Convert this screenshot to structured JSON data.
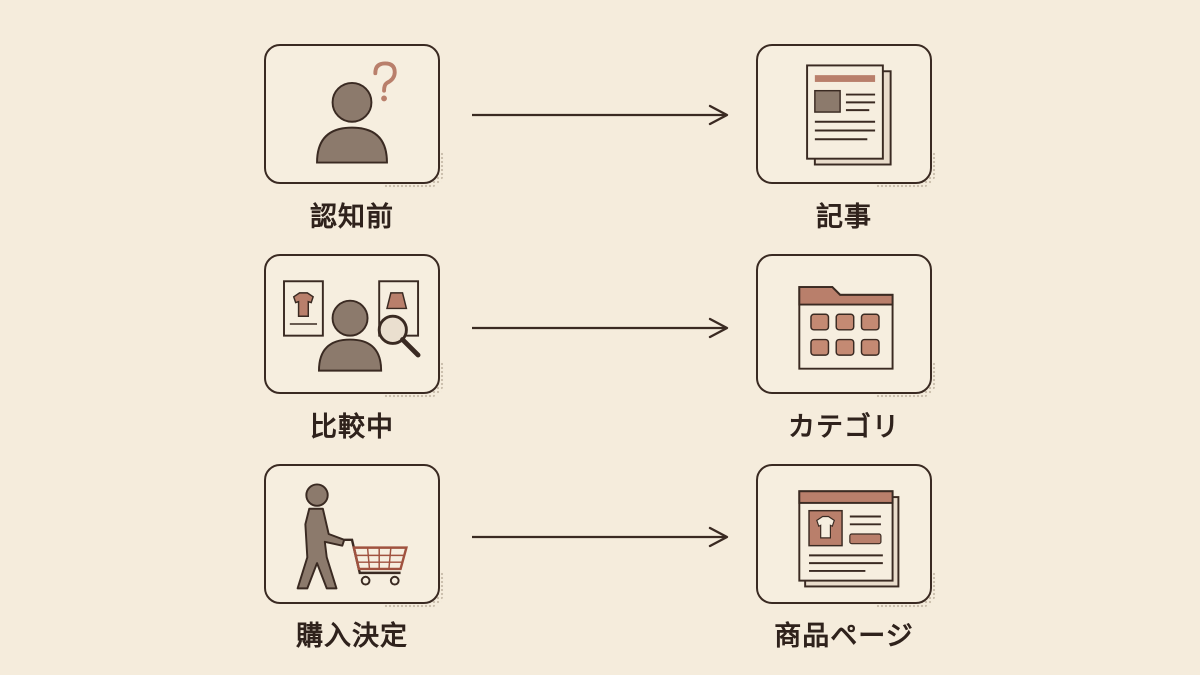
{
  "rows": [
    {
      "left_label": "認知前",
      "left_icon": "person-question-icon",
      "right_label": "記事",
      "right_icon": "article-icon"
    },
    {
      "left_label": "比較中",
      "left_icon": "person-comparing-icon",
      "right_label": "カテゴリ",
      "right_icon": "category-folder-icon"
    },
    {
      "left_label": "購入決定",
      "left_icon": "person-shopping-cart-icon",
      "right_label": "商品ページ",
      "right_icon": "product-page-icon"
    }
  ],
  "colors": {
    "background": "#f5ecdc",
    "outline": "#3a2a22",
    "figure": "#8c7a6c",
    "accent": "#b97f6b"
  }
}
